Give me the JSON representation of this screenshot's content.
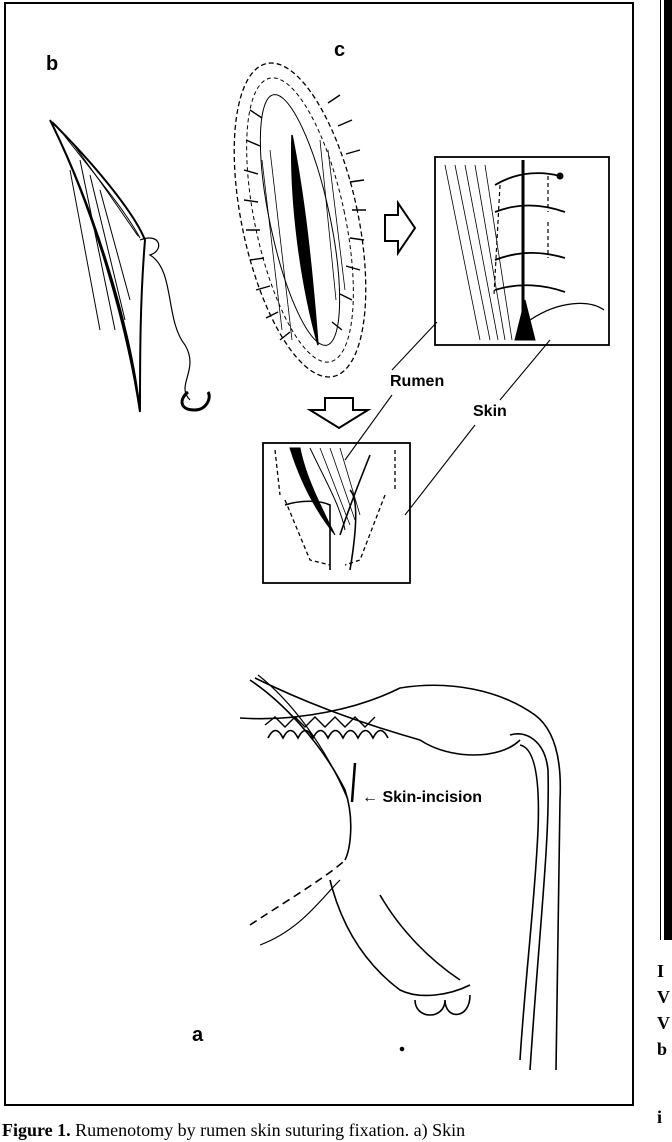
{
  "figure": {
    "panel_labels": {
      "a": "a",
      "b": "b",
      "c": "c"
    },
    "callouts": {
      "rumen": "Rumen",
      "skin": "Skin",
      "skin_incision": "Skin-incision"
    },
    "arrow_glyph": "←",
    "caption": {
      "label": "Figure 1.",
      "text": "Rumenotomy by rumen skin suturing fixation. a) Skin"
    }
  },
  "adjacent_column_fragments": [
    "I",
    "V",
    "V",
    "b",
    "i"
  ]
}
